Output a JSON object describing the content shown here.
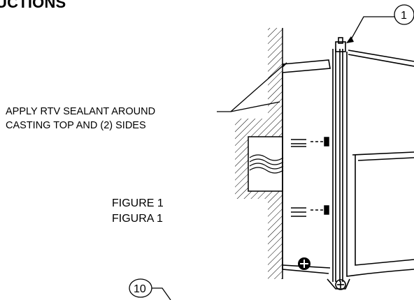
{
  "header": {
    "title": "UCTIONS"
  },
  "callout": {
    "line1": "APPLY RTV SEALANT AROUND",
    "line2": "CASTING TOP AND (2) SIDES"
  },
  "figure": {
    "label_en": "FIGURE 1",
    "label_es": "FIGURA 1"
  },
  "badges": {
    "part1": "1",
    "part10": "10"
  }
}
